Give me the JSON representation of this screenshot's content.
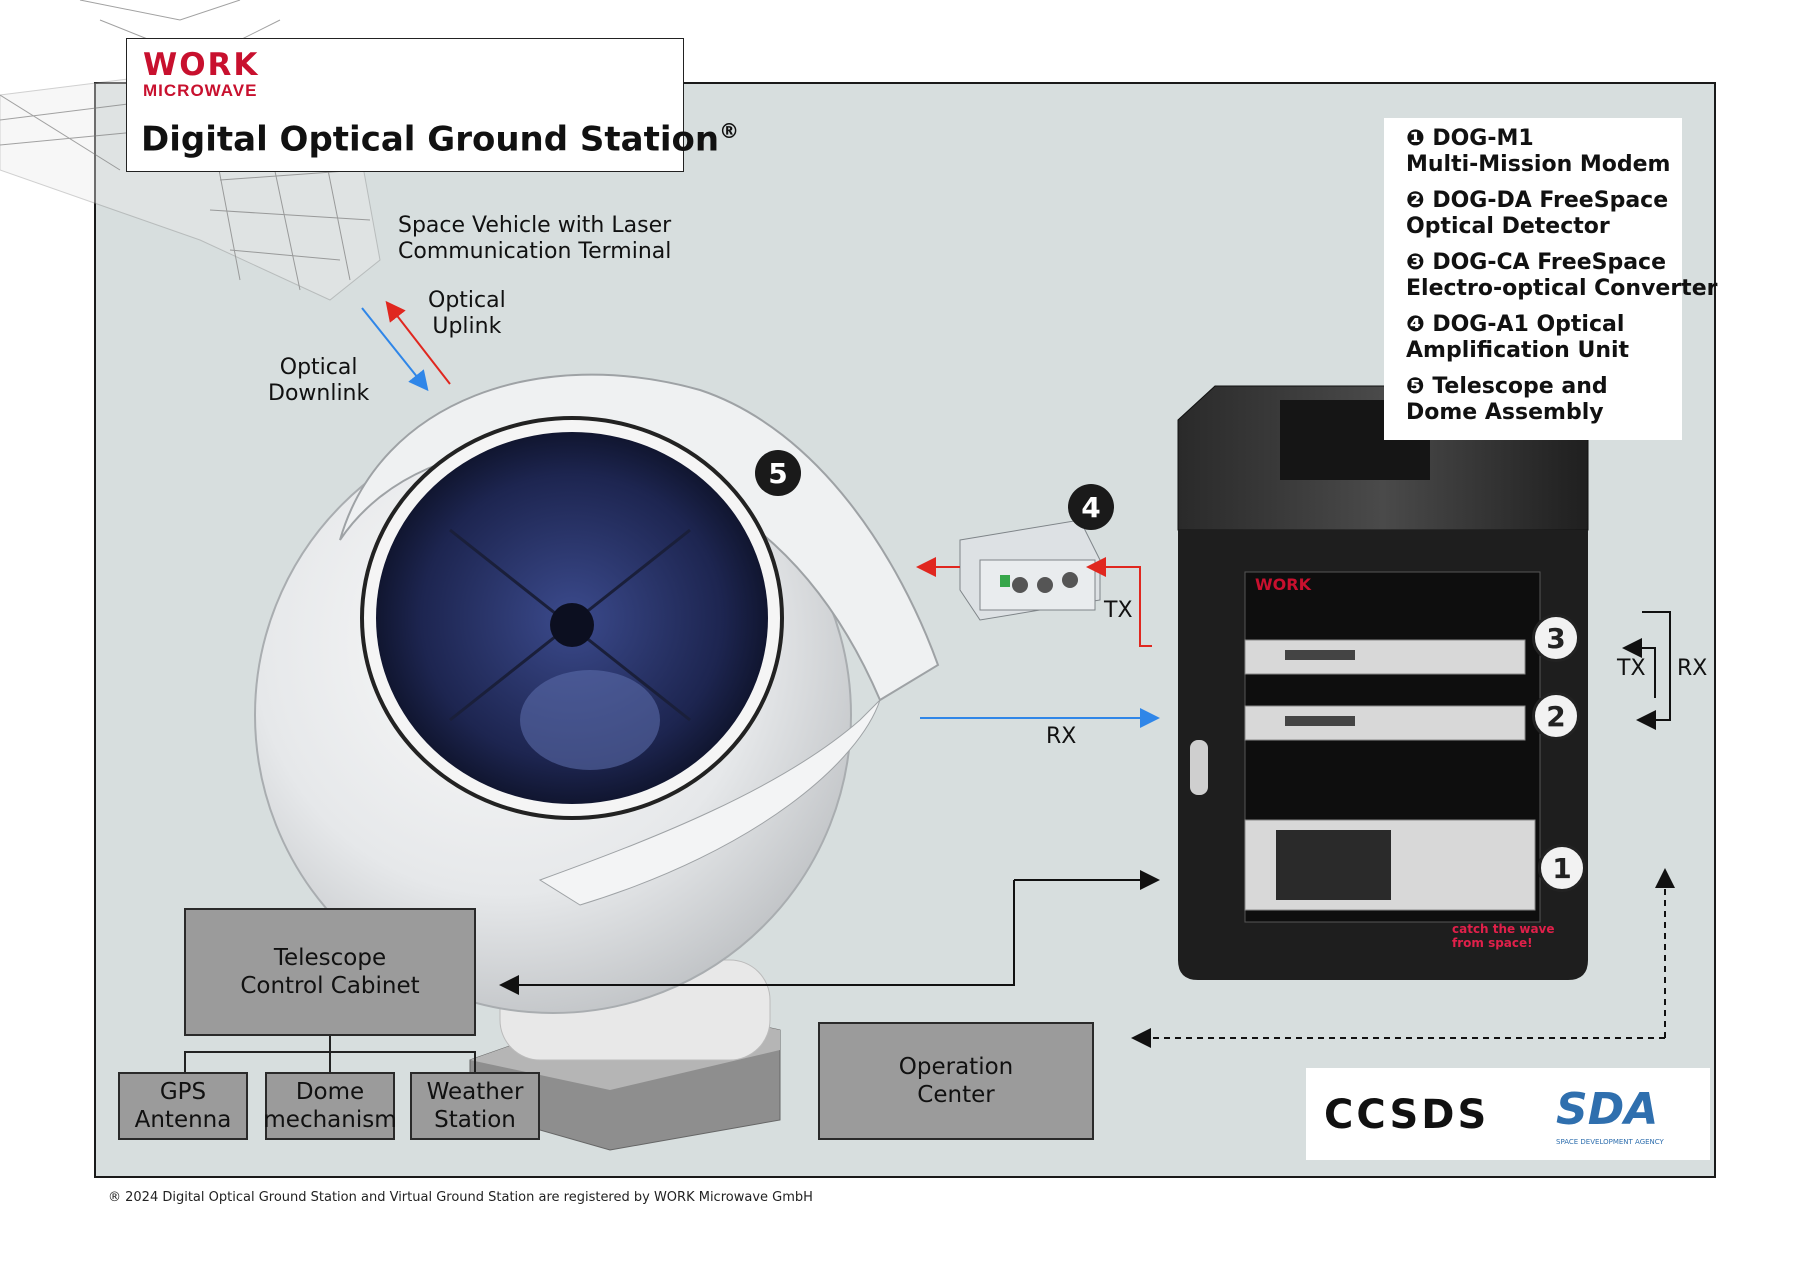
{
  "brand": {
    "logo_word": "WORK",
    "logo_sub": "MICROWAVE"
  },
  "title": {
    "text": "Digital Optical Ground Station",
    "mark": "®"
  },
  "labels": {
    "space_vehicle": "Space Vehicle with Laser\nCommunication Terminal",
    "optical_uplink": "Optical\nUplink",
    "optical_downlink": "Optical\nDownlink",
    "tx_amp": "TX",
    "rx_main": "RX",
    "tx_rack": "TX",
    "rx_rack": "RX"
  },
  "legend": [
    {
      "num": "❶",
      "text": "DOG-M1\nMulti-Mission Modem"
    },
    {
      "num": "❷",
      "text": "DOG-DA FreeSpace\nOptical Detector"
    },
    {
      "num": "❸",
      "text": "DOG-CA FreeSpace\nElectro-optical Converter"
    },
    {
      "num": "❹",
      "text": "DOG-A1 Optical\nAmplification Unit"
    },
    {
      "num": "❺",
      "text": "Telescope and\nDome Assembly"
    }
  ],
  "badges": {
    "dome": "5",
    "amp": "4",
    "rack3": "3",
    "rack2": "2",
    "rack1": "1"
  },
  "boxes": {
    "telescope_cabinet": "Telescope\nControl Cabinet",
    "gps": "GPS\nAntenna",
    "dome_mech": "Dome\nmechanism",
    "weather": "Weather\nStation",
    "operation": "Operation\nCenter"
  },
  "rack": {
    "brand": "WORK",
    "slogan": "catch the wave\nfrom space!"
  },
  "logos": {
    "ccsds": "CCSDS",
    "sda": "SDA",
    "sda_sub": "SPACE DEVELOPMENT AGENCY"
  },
  "footer": "® 2024 Digital Optical Ground Station and Virtual Ground Station are registered by WORK Microwave GmbH",
  "colors": {
    "uplink": "#e0271f",
    "downlink": "#2f86e8",
    "frame_bg": "#d7dede",
    "brand_red": "#c8102e"
  }
}
